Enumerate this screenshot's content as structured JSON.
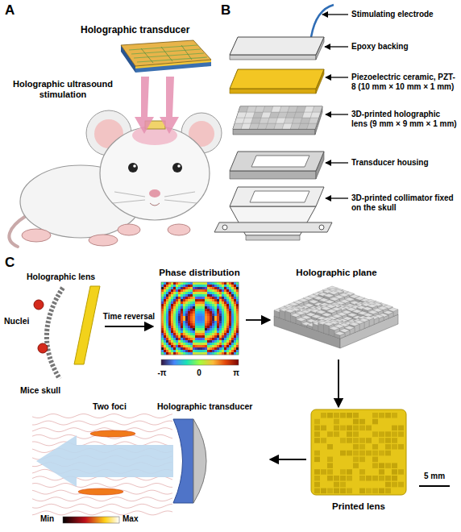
{
  "diagram": {
    "nodes": [
      {
        "text": [
          "Holographic lens",
          "Nuclei",
          "Mice skull"
        ]
      },
      {
        "text": [
          "Phase distribution"
        ]
      },
      {
        "text": [
          "Holographic plane"
        ]
      },
      {
        "text": [
          "Printed lens"
        ]
      },
      {
        "text": [
          "Two foci",
          "Holographic transducer"
        ]
      }
    ],
    "edges": [
      {
        "from": 0,
        "to": 1,
        "label": "Time reversal",
        "arrow": "to"
      },
      {
        "from": 1,
        "to": 2,
        "arrow": "to"
      },
      {
        "from": 2,
        "to": 3,
        "arrow": "to"
      },
      {
        "from": 3,
        "to": 4,
        "arrow": "to"
      }
    ],
    "labels": [
      "A",
      "Holographic transducer",
      "Holographic ultrasound stimulation",
      "B",
      "Stimulating electrode",
      "Epoxy backing",
      "Piezoelectric ceramic, PZT-8 (10 mm × 10 mm × 1 mm)",
      "3D-printed holographic lens (9 mm × 9 mm × 1 mm)",
      "Transducer housing",
      "3D-printed collimator fixed on the skull",
      "C",
      "-π",
      "0",
      "π",
      "5 mm",
      "Min",
      "Max"
    ]
  }
}
